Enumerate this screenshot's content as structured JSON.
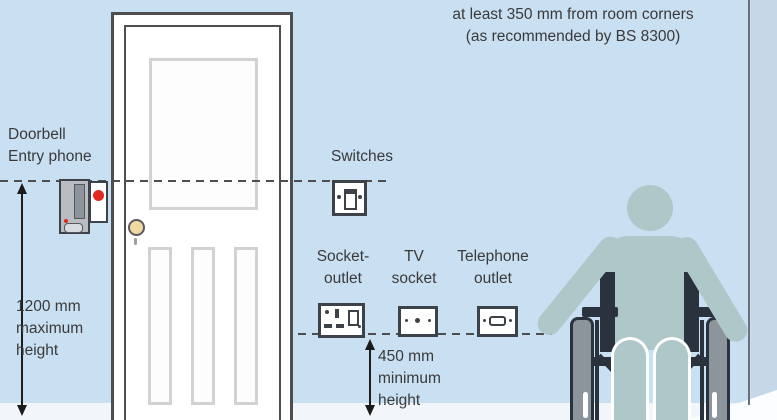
{
  "note": {
    "line1": "at least 350 mm from room corners",
    "line2": "(as recommended by BS 8300)"
  },
  "labels": {
    "doorbell_line1": "Doorbell",
    "doorbell_line2": "Entry phone",
    "switches": "Switches",
    "socket_line1": "Socket-",
    "socket_line2": "outlet",
    "tv_line1": "TV",
    "tv_line2": "socket",
    "phone_line1": "Telephone",
    "phone_line2": "outlet"
  },
  "dimensions": {
    "max_value": "1200 mm",
    "max_line2": "maximum",
    "max_line3": "height",
    "min_value": "450 mm",
    "min_line2": "minimum",
    "min_line3": "height"
  },
  "icons": {
    "switch": "light-switch-icon",
    "socket": "uk-socket-outlet-icon",
    "tv": "tv-socket-icon",
    "phone": "telephone-outlet-icon",
    "entry_phone": "entry-phone-icon",
    "doorbell": "doorbell-button-icon"
  },
  "colors": {
    "wall": "#c9dff2",
    "wall2": "#c6d8e7",
    "floor": "#f2f6fa",
    "person": "#aec7c8",
    "chair": "#29323d",
    "wheel": "#8d959c",
    "red": "#e2291f",
    "knob": "#f2d9a2",
    "ink": "#3a3a3a",
    "frame": "#4e4e50",
    "panel": "#d2d2d4"
  }
}
